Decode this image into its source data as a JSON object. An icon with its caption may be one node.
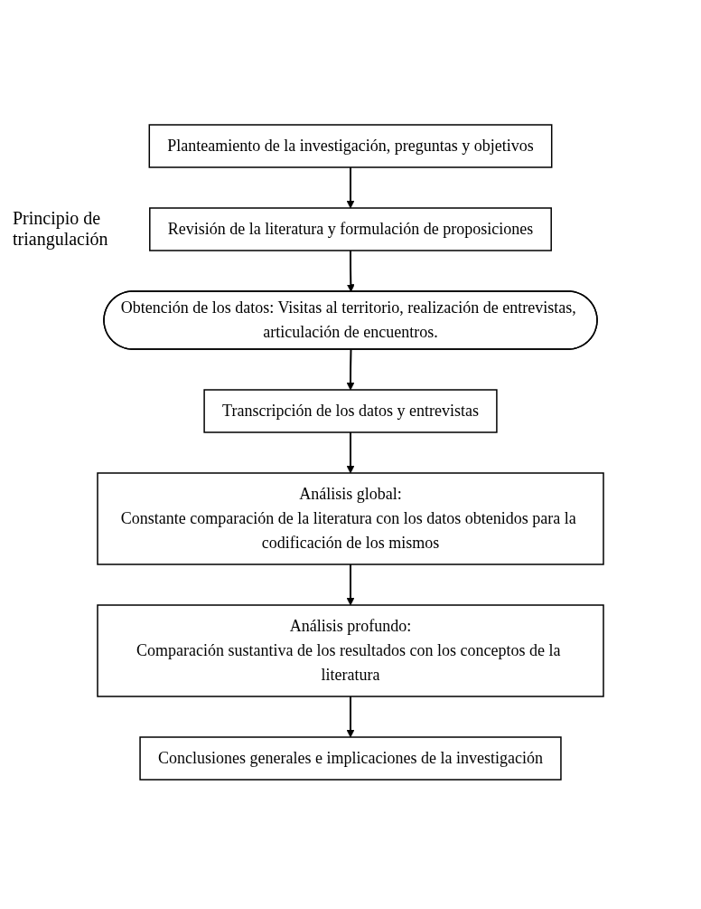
{
  "diagram": {
    "nodes": [
      {
        "text": [
          "Planteamiento de la investigación, preguntas y objetivos"
        ]
      },
      {
        "text": [
          "Revisión de la literatura y formulación de proposiciones"
        ]
      },
      {
        "text": [
          "Obtención de los datos: Visitas al territorio, realización de entrevistas, articulación de encuentros."
        ]
      },
      {
        "text": [
          "Transcripción de los datos y entrevistas"
        ]
      },
      {
        "text": [
          "Análisis global:",
          "Constante comparación de la literatura con los datos obtenidos para la codificación de los mismos"
        ]
      },
      {
        "text": [
          "Análisis profundo:",
          "Comparación sustantiva de los resultados con los conceptos de la literatura"
        ]
      },
      {
        "text": [
          "Conclusiones generales e implicaciones de la investigación"
        ]
      }
    ],
    "edges": [
      {
        "from": 0,
        "to": 1,
        "arrow": "to"
      },
      {
        "from": 1,
        "to": 2,
        "arrow": "to"
      },
      {
        "from": 2,
        "to": 3,
        "arrow": "to"
      },
      {
        "from": 3,
        "to": 4,
        "arrow": "to"
      },
      {
        "from": 4,
        "to": 5,
        "arrow": "to"
      },
      {
        "from": 5,
        "to": 6,
        "arrow": "to"
      }
    ],
    "labels": [
      "Principio de triangulación"
    ]
  }
}
